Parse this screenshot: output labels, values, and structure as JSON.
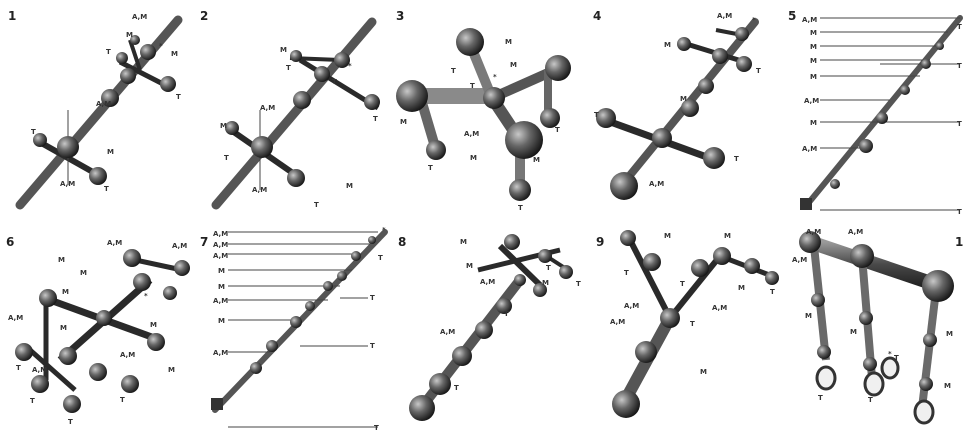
{
  "panels": [
    {
      "number": "1",
      "labels": [
        "A,M",
        "M",
        "M",
        "T",
        "*",
        "T",
        "A,M",
        "T",
        "M",
        "A,M",
        "T"
      ]
    },
    {
      "number": "2",
      "labels": [
        "M",
        "*",
        "T",
        "T",
        "A,M",
        "M",
        "T",
        "A,M",
        "M",
        "T",
        "T"
      ]
    },
    {
      "number": "3",
      "labels": [
        "M",
        "M",
        "T",
        "*",
        "T",
        "M",
        "A,M",
        "M",
        "T",
        "T",
        "M",
        "T"
      ]
    },
    {
      "number": "4",
      "labels": [
        "A,M",
        "*",
        "T",
        "M",
        "M",
        "T",
        "A,M",
        "T"
      ]
    },
    {
      "number": "5",
      "labels": [
        "A,M",
        "M",
        "M",
        "M",
        "M",
        "A,M",
        "M",
        "A,M",
        "T",
        "T",
        "T",
        "T"
      ]
    },
    {
      "number": "6",
      "labels": [
        "M",
        "A,M",
        "A,M",
        "A,M",
        "M",
        "M",
        "*",
        "A,M",
        "M",
        "M",
        "A,M",
        "T",
        "T",
        "T",
        "M",
        "T"
      ]
    },
    {
      "number": "7",
      "labels": [
        "A,M",
        "A,M",
        "A,M",
        "M",
        "M",
        "A,M",
        "M",
        "A,M",
        "*",
        "T",
        "T",
        "T",
        "T"
      ]
    },
    {
      "number": "8",
      "labels": [
        "M",
        "M",
        "A,M",
        "T",
        "M",
        "T",
        "T",
        "A,M",
        "T"
      ]
    },
    {
      "number": "9",
      "labels": [
        "M",
        "M",
        "T",
        "T",
        "A,M",
        "M",
        "A,M",
        "T",
        "A,M",
        "M",
        "T"
      ]
    },
    {
      "number": "1",
      "labels": [
        "A,M",
        "A,M",
        "A,M",
        "M",
        "M",
        "M",
        "M",
        "*",
        "T",
        "T",
        "T"
      ]
    }
  ]
}
